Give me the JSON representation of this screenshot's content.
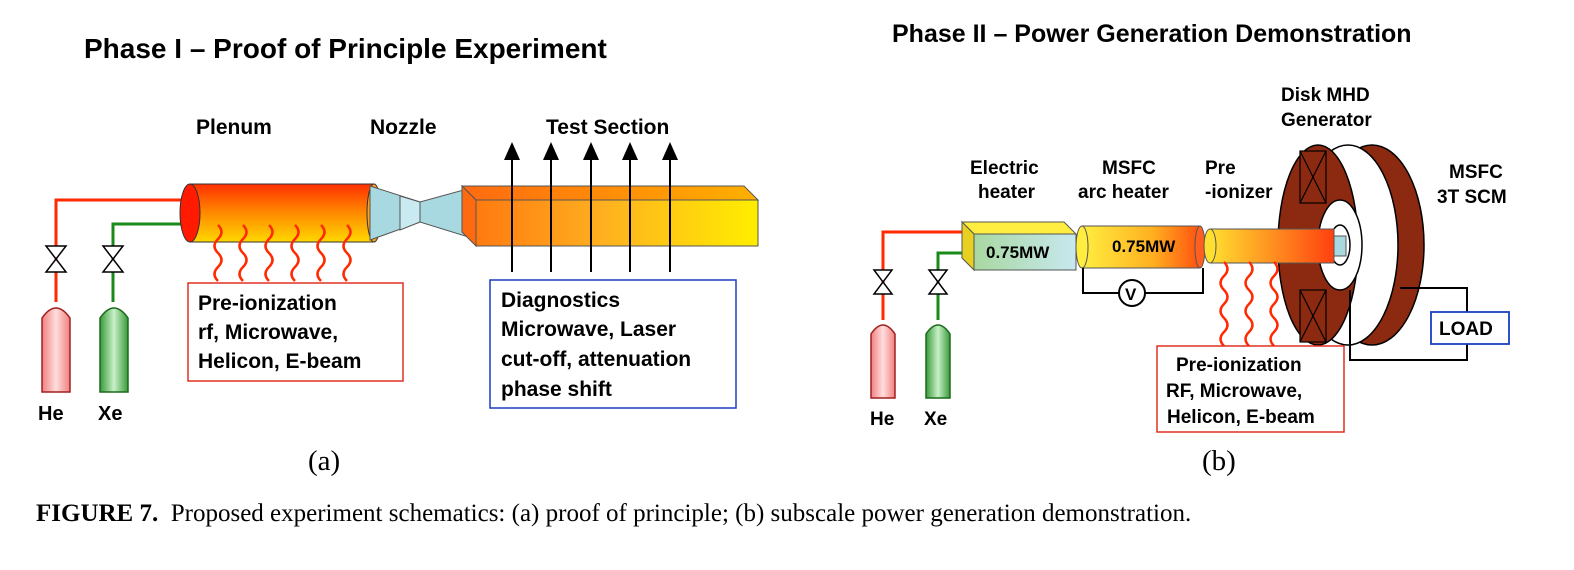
{
  "panel_a": {
    "title": "Phase I – Proof of Principle Experiment",
    "labels": {
      "plenum": "Plenum",
      "nozzle": "Nozzle",
      "test_section": "Test Section"
    },
    "gases": {
      "he": "He",
      "xe": "Xe"
    },
    "preionization_box": [
      "Pre-ionization",
      "rf, Microwave,",
      "Helicon, E-beam"
    ],
    "diagnostics_box": [
      "Diagnostics",
      "Microwave, Laser",
      "cut-off, attenuation",
      "phase shift"
    ],
    "sublabel": "(a)"
  },
  "panel_b": {
    "title": "Phase II – Power Generation Demonstration",
    "labels": {
      "electric_heater": [
        "Electric",
        "heater"
      ],
      "arc_heater": [
        "MSFC",
        "arc heater"
      ],
      "pre_ionizer": [
        "Pre",
        "-ionizer"
      ],
      "disk_mhd": [
        "Disk MHD",
        "Generator"
      ],
      "scm": [
        "MSFC",
        "3T SCM"
      ]
    },
    "heater_power": "0.75MW",
    "arc_power": "0.75MW",
    "voltmeter": "V",
    "load": "LOAD",
    "gases": {
      "he": "He",
      "xe": "Xe"
    },
    "preionization_box": [
      "Pre-ionization",
      "RF, Microwave,",
      "Helicon, E-beam"
    ],
    "sublabel": "(b)"
  },
  "caption": {
    "label": "FIGURE 7.",
    "text": "Proposed experiment schematics: (a) proof of principle; (b) subscale power generation demonstration."
  },
  "colors": {
    "red_line": "#ff2a00",
    "green_line": "#1a8a1a",
    "he_bottle": "#f4a0a0",
    "xe_bottle": "#6fbf6f",
    "disk": "#8b2a10",
    "box_red": "#e03020",
    "box_blue": "#1a3fc0"
  }
}
